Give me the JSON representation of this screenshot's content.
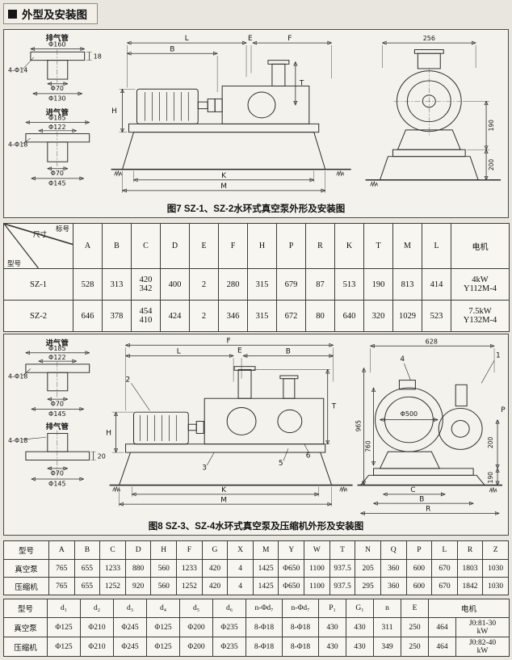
{
  "page": {
    "title": "外型及安装图"
  },
  "fig7": {
    "caption": "图7 SZ-1、SZ-2水环式真空泵外形及安装图",
    "exhaust": {
      "title": "排气管",
      "dia_outer": "Φ160",
      "thickness": "18",
      "holes": "4-Φ14",
      "dia_pipe": "Φ70",
      "dia_bolt": "Φ130"
    },
    "intake": {
      "title": "进气管",
      "dia_outer": "Φ185",
      "dia_inner": "Φ122",
      "holes": "4-Φ18",
      "dia_pipe": "Φ70",
      "dia_bolt": "Φ145"
    },
    "dims": {
      "L": "L",
      "B": "B",
      "E": "E",
      "F": "F",
      "H": "H",
      "T": "T",
      "K": "K",
      "M": "M",
      "v256": "256",
      "v190": "190",
      "v200": "200"
    }
  },
  "table1": {
    "corner": {
      "top": "标号",
      "mid": "尺寸",
      "bottom": "型号"
    },
    "headers": [
      "A",
      "B",
      "C",
      "D",
      "E",
      "F",
      "H",
      "P",
      "R",
      "K",
      "T",
      "M",
      "L",
      "电机"
    ],
    "rows": [
      {
        "model": "SZ-1",
        "cells": [
          "528",
          "313",
          "420\n342",
          "400",
          "2",
          "280",
          "315",
          "679",
          "87",
          "513",
          "190",
          "813",
          "414"
        ],
        "motor": "4kW\nY112M-4"
      },
      {
        "model": "SZ-2",
        "cells": [
          "646",
          "378",
          "454\n410",
          "424",
          "2",
          "346",
          "315",
          "672",
          "80",
          "640",
          "320",
          "1029",
          "523"
        ],
        "motor": "7.5kW\nY132M-4"
      }
    ]
  },
  "fig8": {
    "caption": "图8 SZ-3、SZ-4水环式真空泵及压缩机外形及安装图",
    "intake": {
      "title": "进气管",
      "dia_outer": "Φ185",
      "dia_inner": "Φ122",
      "holes": "4-Φ18",
      "dia_pipe": "Φ70",
      "dia_bolt": "Φ145"
    },
    "exhaust": {
      "title": "排气管",
      "holes": "4-Φ18",
      "thickness": "20",
      "dia_pipe": "Φ70",
      "dia_bolt": "Φ145"
    },
    "dims": {
      "F": "F",
      "L": "L",
      "E": "E",
      "B": "B",
      "T": "T",
      "H": "H",
      "K": "K",
      "M": "M",
      "P": "P",
      "C": "C",
      "B2": "B",
      "R": "R",
      "v628": "628",
      "v965": "965",
      "v760": "760",
      "v500": "Φ500",
      "v200": "200",
      "v190": "190",
      "c1": "1",
      "c2": "2",
      "c3": "3",
      "c4": "4",
      "c5": "5",
      "c6": "6"
    }
  },
  "table2": {
    "model_header": "型号",
    "headers": [
      "A",
      "B",
      "C",
      "D",
      "H",
      "F",
      "G",
      "X",
      "M",
      "Y",
      "W",
      "T",
      "N",
      "Q",
      "P",
      "L",
      "R",
      "Z"
    ],
    "rows": [
      {
        "model": "真空泵",
        "cells": [
          "765",
          "655",
          "1233",
          "880",
          "560",
          "1233",
          "420",
          "4",
          "1425",
          "Φ650",
          "1100",
          "937.5",
          "205",
          "360",
          "600",
          "670",
          "1803",
          "1030"
        ]
      },
      {
        "model": "压缩机",
        "cells": [
          "765",
          "655",
          "1252",
          "920",
          "560",
          "1252",
          "420",
          "4",
          "1425",
          "Φ650",
          "1100",
          "937.5",
          "295",
          "360",
          "600",
          "670",
          "1842",
          "1030"
        ]
      }
    ]
  },
  "table3": {
    "model_header": "型号",
    "motor_header": "电机",
    "headers": [
      "d₁",
      "d₂",
      "d₃",
      "d₄",
      "d₅",
      "d₆",
      "n-Φd₇",
      "n-Φd₇",
      "P₁",
      "G₁",
      "n",
      "E"
    ],
    "rows": [
      {
        "model": "真空泵",
        "cells": [
          "Φ125",
          "Φ210",
          "Φ245",
          "Φ125",
          "Φ200",
          "Φ235",
          "8-Φ18",
          "8-Φ18",
          "430",
          "430",
          "311",
          "250",
          "464"
        ],
        "motor": "J0:81-30\nkW"
      },
      {
        "model": "压缩机",
        "cells": [
          "Φ125",
          "Φ210",
          "Φ245",
          "Φ125",
          "Φ200",
          "Φ235",
          "8-Φ18",
          "8-Φ18",
          "430",
          "430",
          "349",
          "250",
          "464"
        ],
        "motor": "J0:82-40\nkW"
      }
    ]
  }
}
